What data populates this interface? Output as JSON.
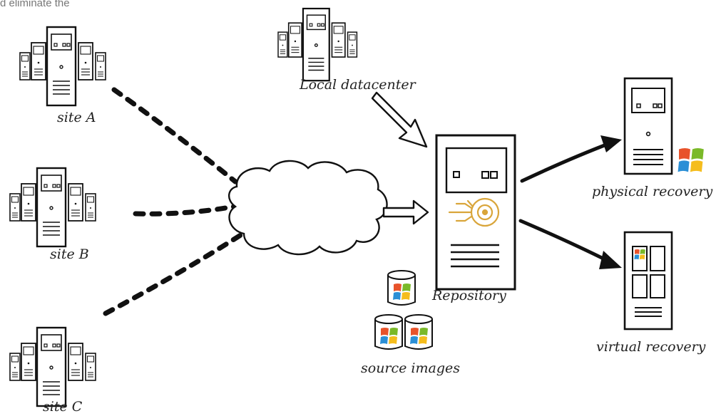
{
  "cut_text": "d eliminate the",
  "labels": {
    "local": "Local datacenter",
    "site_a": "site A",
    "site_b": "site B",
    "site_c": "site C",
    "repository": "Repository",
    "physical": "physical recovery",
    "virtual": "virtual recovery",
    "source": "source images"
  },
  "colors": {
    "ink": "#111111",
    "accent": "#d9a53a",
    "win_red": "#e8532b",
    "win_green": "#7ab929",
    "win_blue": "#2b8fd6",
    "win_yellow": "#f5bd1d"
  }
}
